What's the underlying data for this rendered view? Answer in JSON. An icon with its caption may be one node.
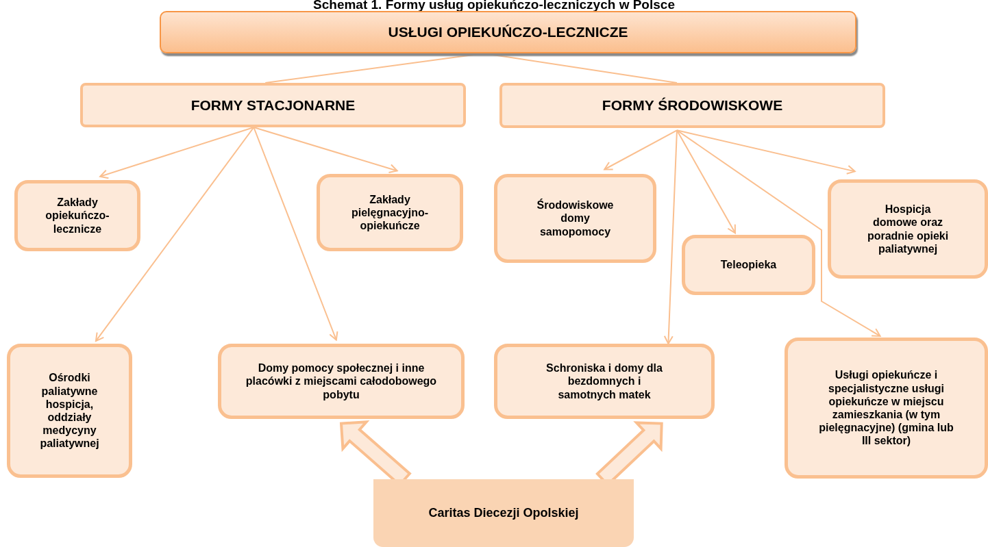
{
  "diagram": {
    "title": "Schemat 1. Formy usług opiekuńczo-leczniczych w Polsce",
    "nodes": [
      {
        "text": [
          "USŁUGI OPIEKUŃCZO-LECZNICZE"
        ]
      },
      {
        "text": [
          "FORMY STACJONARNE"
        ]
      },
      {
        "text": [
          "FORMY ŚRODOWISKOWE"
        ]
      },
      {
        "text": [
          "Zakłady opiekuńczo-lecznicze"
        ]
      },
      {
        "text": [
          "Zakłady pielęgnacyjno-opiekuńcze"
        ]
      },
      {
        "text": [
          "Ośrodki paliatywne hospicja, oddziały medycyny paliatywnej"
        ]
      },
      {
        "text": [
          "Domy pomocy społecznej i inne placówki z miejscami całodobowego pobytu"
        ]
      },
      {
        "text": [
          "Środowiskowe domy samopomocy"
        ]
      },
      {
        "text": [
          "Teleopieka"
        ]
      },
      {
        "text": [
          "Hospicja domowe oraz poradnie opieki paliatywnej"
        ]
      },
      {
        "text": [
          "Schroniska i domy dla bezdomnych i samotnych matek"
        ]
      },
      {
        "text": [
          "Usługi opiekuńcze i specjalistyczne usługi opiekuńcze w miejscu zamieszkania (w tym pielęgnacyjne) (gmina lub III sektor)"
        ]
      },
      {
        "text": [
          "Caritas Diecezji Opolskiej"
        ]
      }
    ],
    "edges": [
      {
        "from": 0,
        "to": 1,
        "arrow": "none"
      },
      {
        "from": 0,
        "to": 2,
        "arrow": "none"
      },
      {
        "from": 1,
        "to": 3,
        "arrow": "to"
      },
      {
        "from": 1,
        "to": 4,
        "arrow": "to"
      },
      {
        "from": 1,
        "to": 5,
        "arrow": "to"
      },
      {
        "from": 1,
        "to": 6,
        "arrow": "to"
      },
      {
        "from": 2,
        "to": 7,
        "arrow": "to"
      },
      {
        "from": 2,
        "to": 8,
        "arrow": "to"
      },
      {
        "from": 2,
        "to": 9,
        "arrow": "to"
      },
      {
        "from": 2,
        "to": 10,
        "arrow": "to"
      },
      {
        "from": 2,
        "to": 11,
        "arrow": "to"
      },
      {
        "from": 12,
        "to": 6,
        "arrow": "to",
        "style": "thick"
      },
      {
        "from": 12,
        "to": 10,
        "arrow": "to",
        "style": "thick"
      }
    ]
  }
}
